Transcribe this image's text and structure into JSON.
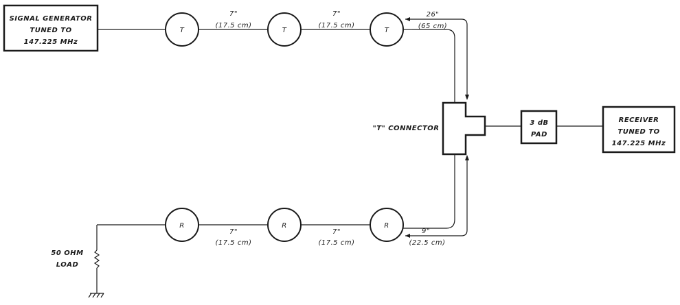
{
  "signal_generator": {
    "line1": "SIGNAL GENERATOR",
    "line2": "TUNED TO",
    "line3": "147.225 MHz"
  },
  "receiver": {
    "line1": "RECEIVER",
    "line2": "TUNED TO",
    "line3": "147.225 MHz"
  },
  "pad": {
    "line1": "3 dB",
    "line2": "PAD"
  },
  "t_connector_label": "\"T\" CONNECTOR",
  "top_nodes": [
    "T",
    "T",
    "T"
  ],
  "bottom_nodes": [
    "R",
    "R",
    "R"
  ],
  "top_segments": [
    {
      "inches": "7\"",
      "cm": "(17.5 cm)"
    },
    {
      "inches": "7\"",
      "cm": "(17.5 cm)"
    }
  ],
  "top_run": {
    "inches": "26\"",
    "cm": "(65 cm)"
  },
  "bottom_segments": [
    {
      "inches": "7\"",
      "cm": "(17.5 cm)"
    },
    {
      "inches": "7\"",
      "cm": "(17.5 cm)"
    }
  ],
  "bottom_run": {
    "inches": "9\"",
    "cm": "(22.5 cm)"
  },
  "load": {
    "line1": "50 OHM",
    "line2": "LOAD"
  }
}
